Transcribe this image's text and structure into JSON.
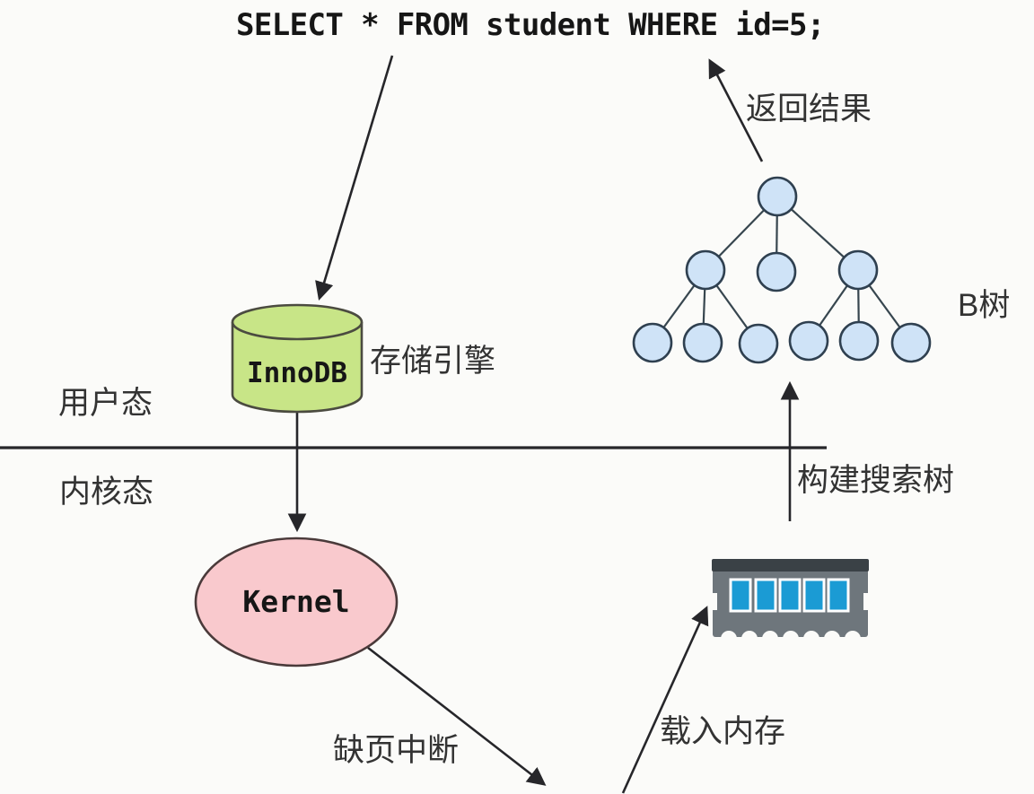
{
  "sql_query": "SELECT * FROM student WHERE id=5;",
  "nodes": {
    "innodb": "InnoDB",
    "kernel": "Kernel"
  },
  "labels": {
    "storage_engine": "存储引擎",
    "user_mode": "用户态",
    "kernel_mode": "内核态",
    "return_result": "返回结果",
    "btree": "B树",
    "build_search_tree": "构建搜索树",
    "load_into_memory": "载入内存",
    "page_fault": "缺页中断"
  },
  "icons": {
    "ram": "ram-memory-icon"
  },
  "colors": {
    "bg": "#fbfbf9",
    "line": "#26262a",
    "text": "#161616",
    "label-text": "#333333",
    "innodb-fill": "#c8e587",
    "innodb-stroke": "#4b4b40",
    "kernel-fill": "#f9c9cd",
    "kernel-stroke": "#4a3a3a",
    "tree-node-fill": "#cfe3f7",
    "tree-node-stroke": "#2f4050",
    "tree-edge": "#37464f",
    "ram-body": "#6e767c",
    "ram-top": "#3a4146",
    "ram-chip": "#1b9bd4",
    "ram-chip-border": "#ffffff"
  }
}
